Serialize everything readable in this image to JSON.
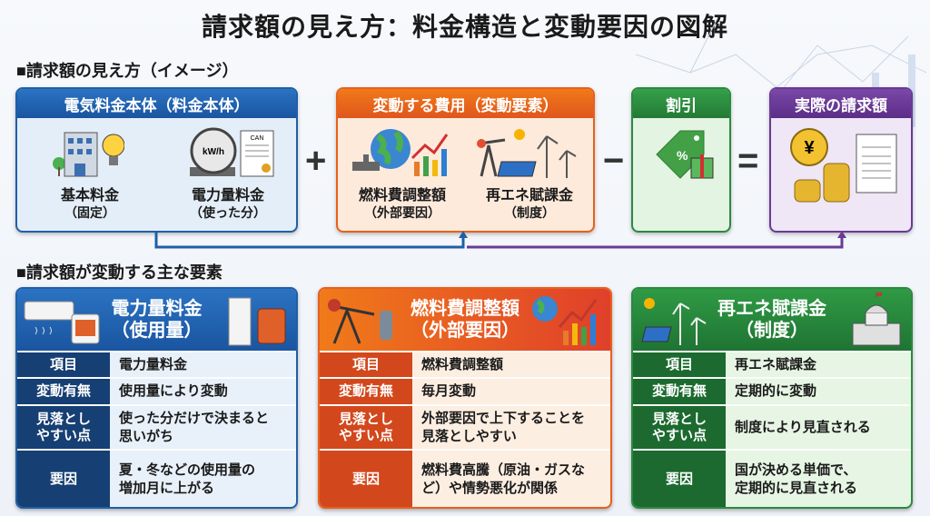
{
  "title": "請求額の見え方：料金構造と変動要因の図解",
  "section1": "■請求額の見え方（イメージ）",
  "section2": "■請求額が変動する主な要素",
  "colors": {
    "blue": "#1f5fa8",
    "orange": "#e8601c",
    "green": "#2a8a3e",
    "purple": "#6a3a96"
  },
  "formula": {
    "base": {
      "header": "電気料金本体（料金本体）",
      "items": [
        {
          "name": "基本料金",
          "sub": "（固定）",
          "icon": "building-bulb-icon"
        },
        {
          "name": "電力量料金",
          "sub": "（使った分）",
          "icon": "meter-contract-icon"
        }
      ]
    },
    "plus": "+",
    "variable": {
      "header": "変動する費用（変動要素）",
      "items": [
        {
          "name": "燃料費調整額",
          "sub": "（外部要因）",
          "icon": "globe-chart-icon"
        },
        {
          "name": "再エネ賦課金",
          "sub": "（制度）",
          "icon": "renewable-icon"
        }
      ]
    },
    "minus": "−",
    "discount": {
      "header": "割引",
      "icon": "discount-tag-icon"
    },
    "equals": "=",
    "total": {
      "header": "実際の請求額",
      "icon": "yen-coins-bill-icon"
    },
    "meter_label": "kW/h",
    "doc_label": "CAN"
  },
  "cards": [
    {
      "title": "電力量料金",
      "sub": "（使用量）",
      "rows": [
        [
          "項目",
          "電力量料金"
        ],
        [
          "変動有無",
          "使用量により変動"
        ],
        [
          "見落とし\nやすい点",
          "使った分だけで決まると\n思いがち"
        ],
        [
          "要因",
          "夏・冬などの使用量の\n増加月に上がる"
        ]
      ]
    },
    {
      "title": "燃料費調整額",
      "sub": "（外部要因）",
      "rows": [
        [
          "項目",
          "燃料費調整額"
        ],
        [
          "変動有無",
          "毎月変動"
        ],
        [
          "見落とし\nやすい点",
          "外部要因で上下することを\n見落としやすい"
        ],
        [
          "要因",
          "燃料費高騰（原油・ガスな\nど）や情勢悪化が関係"
        ]
      ]
    },
    {
      "title": "再エネ賦課金",
      "sub": "（制度）",
      "rows": [
        [
          "項目",
          "再エネ賦課金"
        ],
        [
          "変動有無",
          "定期的に変動"
        ],
        [
          "見落とし\nやすい点",
          "制度により見直される"
        ],
        [
          "要因",
          "国が決める単価で、\n定期的に見直される"
        ]
      ]
    }
  ]
}
